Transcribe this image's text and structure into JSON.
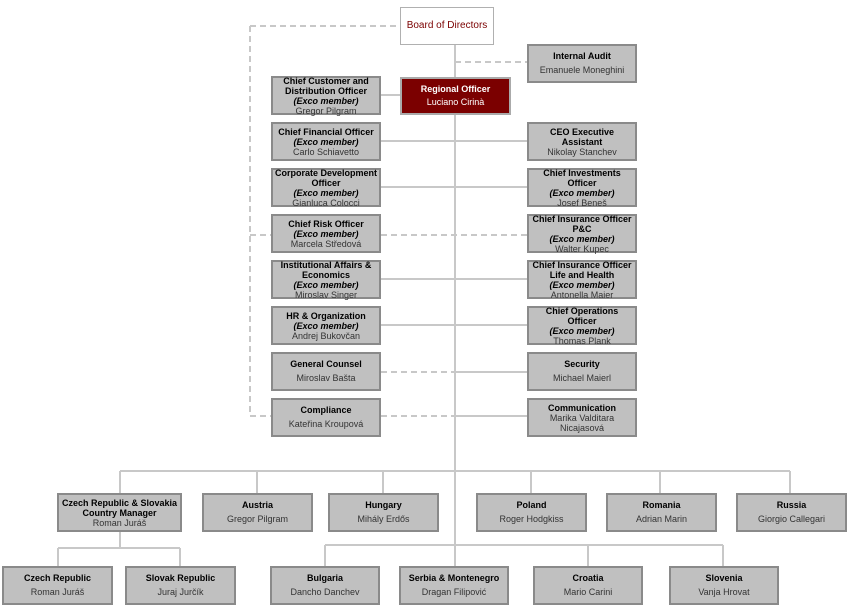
{
  "board": {
    "title": "Board of Directors"
  },
  "regional": {
    "title": "Regional Officer",
    "name": "Luciano Cirinà"
  },
  "internal_audit": {
    "title": "Internal Audit",
    "name": "Emanuele Moneghini"
  },
  "exco_label": "(Exco member)",
  "left_column": [
    {
      "title": "Chief Customer and Distribution Officer",
      "exco": true,
      "name": "Gregor Pilgram"
    },
    {
      "title": "Chief Financial Officer",
      "exco": true,
      "name": "Carlo Schiavetto"
    },
    {
      "title": "Corporate Development Officer",
      "exco": true,
      "name": "Gianluca Colocci"
    },
    {
      "title": "Chief Risk Officer",
      "exco": true,
      "name": "Marcela Středová"
    },
    {
      "title": "Institutional Affairs & Economics",
      "exco": true,
      "name": "Miroslav Singer"
    },
    {
      "title": "HR & Organization",
      "exco": true,
      "name": "Andrej Bukovčan"
    },
    {
      "title": "General Counsel",
      "exco": false,
      "name": "Miroslav Bašta"
    },
    {
      "title": "Compliance",
      "exco": false,
      "name": "Kateřina Kroupová"
    }
  ],
  "right_column": [
    {
      "title": "CEO Executive Assistant",
      "exco": false,
      "name": "Nikolay Stanchev"
    },
    {
      "title": "Chief Investments Officer",
      "exco": true,
      "name": "Josef Beneš"
    },
    {
      "title": "Chief Insurance Officer P&C",
      "exco": true,
      "name": "Walter Kupec"
    },
    {
      "title": "Chief Insurance Officer Life and Health",
      "exco": true,
      "name": "Antonella Maier"
    },
    {
      "title": "Chief Operations Officer",
      "exco": true,
      "name": "Thomas Plank"
    },
    {
      "title": "Security",
      "exco": false,
      "name": "Michael Maierl"
    },
    {
      "title": "Communication",
      "exco": false,
      "name": "Marika Valditara Nicajasová"
    }
  ],
  "countries": [
    {
      "title": "Czech Republic & Slovakia Country Manager",
      "name": "Roman Juráš"
    },
    {
      "title": "Austria",
      "name": "Gregor Pilgram"
    },
    {
      "title": "Hungary",
      "name": "Mihály Erdős"
    },
    {
      "title": "Poland",
      "name": "Roger Hodgkiss"
    },
    {
      "title": "Romania",
      "name": "Adrian Marin"
    },
    {
      "title": "Russia",
      "name": "Giorgio Callegari"
    }
  ],
  "cz_sk_units": [
    {
      "title": "Czech Republic",
      "name": "Roman Juráš"
    },
    {
      "title": "Slovak Republic",
      "name": "Juraj Jurčík"
    }
  ],
  "balkan_countries": [
    {
      "title": "Bulgaria",
      "name": "Dancho Danchev"
    },
    {
      "title": "Serbia & Montenegro",
      "name": "Dragan Filipović"
    },
    {
      "title": "Croatia",
      "name": "Mario Carini"
    },
    {
      "title": "Slovenia",
      "name": "Vanja Hrovat"
    }
  ],
  "colors": {
    "accent": "#7b0000",
    "box": "#c0c0c0",
    "line": "#c8c8c8"
  }
}
